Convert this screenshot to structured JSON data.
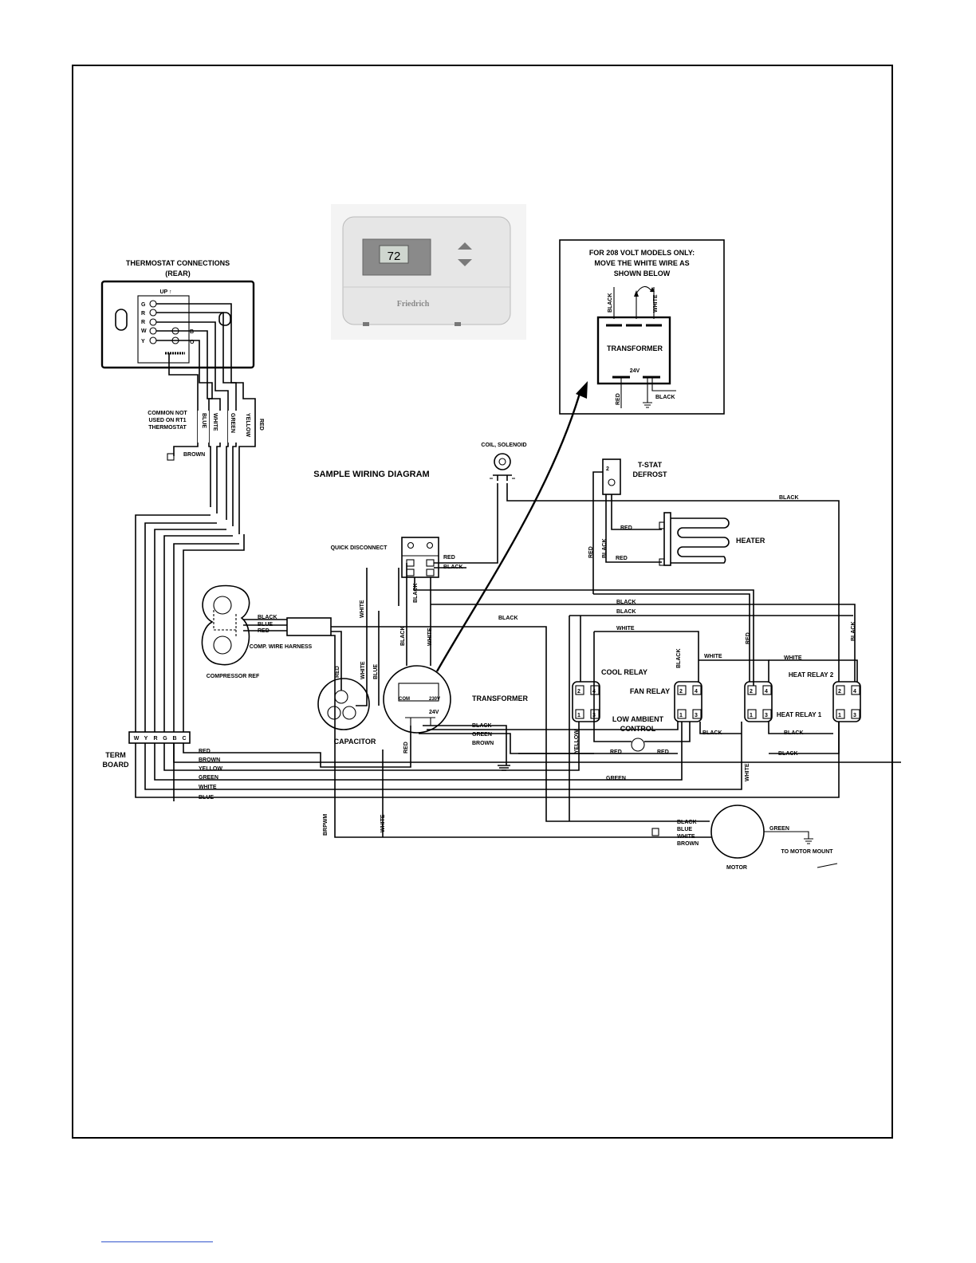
{
  "diagram": {
    "title": "SAMPLE WIRING DIAGRAM",
    "thermostat": {
      "heading_line1": "THERMOSTAT CONNECTIONS",
      "heading_line2": "(REAR)",
      "up_label": "UP ↑",
      "terminals": [
        "G",
        "R",
        "R",
        "W",
        "Y"
      ],
      "side_terminals": [
        "B",
        "O"
      ],
      "common_note_lines": [
        "COMMON NOT",
        "USED ON RT1",
        "THERMOSTAT"
      ],
      "display_value": "72",
      "brand": "Friedrich",
      "wire_labels": [
        "BLUE",
        "WHITE",
        "GREEN",
        "YELLOW",
        "RED"
      ]
    },
    "note_208": {
      "lines": [
        "FOR 208 VOLT MODELS ONLY:",
        "MOVE THE WHITE WIRE AS",
        "SHOWN BELOW"
      ],
      "transformer_label": "TRANSFORMER",
      "voltage": "24V",
      "wire_black_top": "BLACK",
      "wire_white_top": "WHITE",
      "wire_red_bottom": "RED",
      "wire_black_bottom": "BLACK"
    },
    "components": {
      "coil_solenoid": "COIL, SOLENOID",
      "tstat_defrost_line1": "T-STAT",
      "tstat_defrost_line2": "DEFROST",
      "heater": "HEATER",
      "quick_disconnect": "QUICK DISCONNECT",
      "compressor": "COMPRESSOR REF",
      "comp_wire_harness": "COMP. WIRE HARNESS",
      "capacitor": "CAPACITOR",
      "transformer": "TRANSFORMER",
      "transformer_com": "COM",
      "transformer_230": "230V",
      "transformer_24": "24V",
      "cool_relay": "COOL RELAY",
      "fan_relay": "FAN RELAY",
      "low_ambient_line1": "LOW AMBIENT",
      "low_ambient_line2": "CONTROL",
      "heat_relay_2": "HEAT RELAY 2",
      "heat_relay_1": "HEAT RELAY 1",
      "term_board_line1": "TERM",
      "term_board_line2": "BOARD",
      "term_board_terminals": [
        "W",
        "Y",
        "R",
        "G",
        "B",
        "C"
      ],
      "motor": "MOTOR",
      "to_motor_mount": "TO MOTOR MOUNT"
    },
    "wire_colors": {
      "black": "BLACK",
      "blue": "BLUE",
      "red": "RED",
      "white": "WHITE",
      "green": "GREEN",
      "yellow": "YELLOW",
      "brown": "BROWN",
      "brpwm": "BRPWM"
    }
  }
}
